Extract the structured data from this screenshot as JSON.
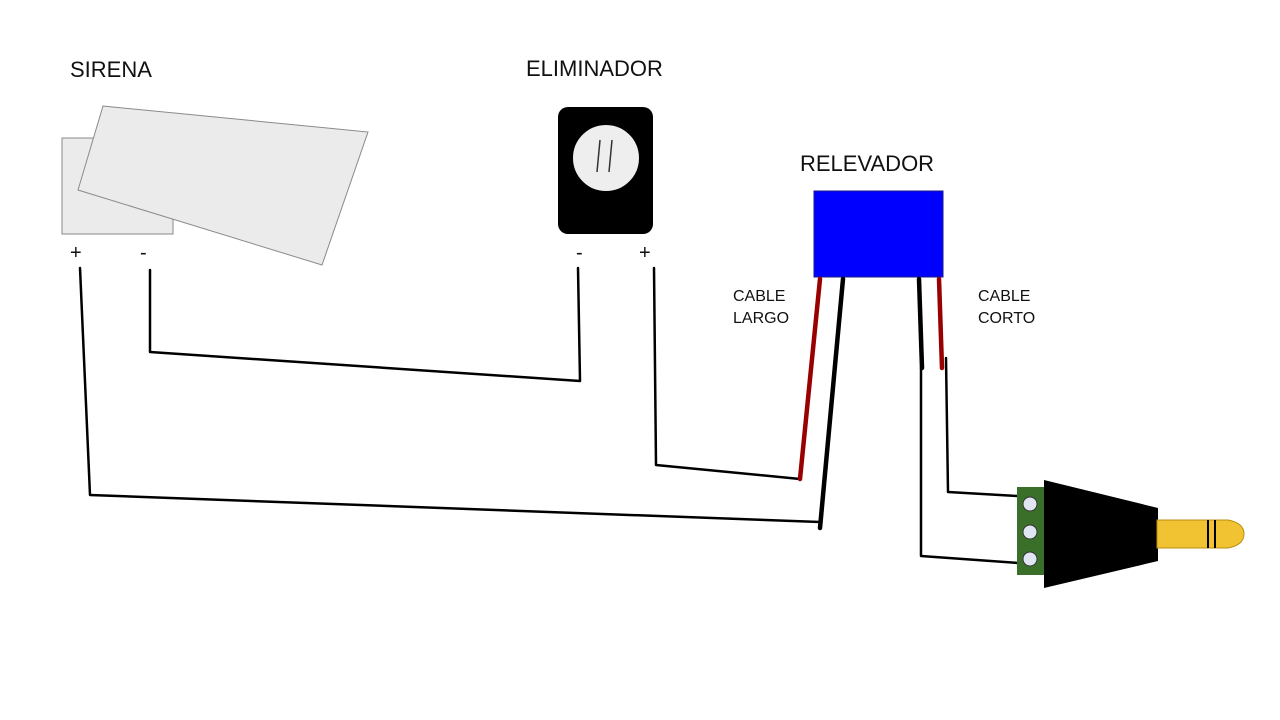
{
  "labels": {
    "sirena": "SIRENA",
    "eliminador": "ELIMINADOR",
    "relevador": "RELEVADOR",
    "cable_largo_1": "CABLE",
    "cable_largo_2": "LARGO",
    "cable_corto_1": "CABLE",
    "cable_corto_2": "CORTO"
  },
  "terminals": {
    "sirena_plus": "+",
    "sirena_minus": "-",
    "eliminador_minus": "-",
    "eliminador_plus": "+"
  },
  "colors": {
    "siren_fill": "#ebebeb",
    "siren_stroke": "#8a8a8a",
    "adapter_body": "#000000",
    "adapter_face": "#eeeeee",
    "relay_fill": "#0000ff",
    "wire_black": "#000000",
    "wire_red": "#990000",
    "plug_body": "#000000",
    "plug_terminal_block": "#3a6f2a",
    "plug_pin": "#f1c232"
  },
  "icons": {
    "siren": "siren-icon",
    "adapter": "power-adapter-icon",
    "relay": "relay-icon",
    "plug": "audio-jack-plug-icon"
  }
}
